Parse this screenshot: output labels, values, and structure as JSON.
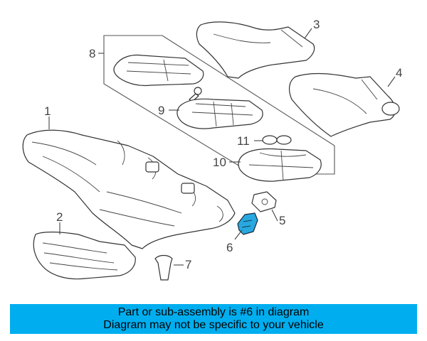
{
  "diagram": {
    "callouts": [
      {
        "id": "1",
        "label": "1"
      },
      {
        "id": "2",
        "label": "2"
      },
      {
        "id": "3",
        "label": "3"
      },
      {
        "id": "4",
        "label": "4"
      },
      {
        "id": "5",
        "label": "5"
      },
      {
        "id": "6",
        "label": "6"
      },
      {
        "id": "7",
        "label": "7"
      },
      {
        "id": "8",
        "label": "8"
      },
      {
        "id": "9",
        "label": "9"
      },
      {
        "id": "10",
        "label": "10"
      },
      {
        "id": "11",
        "label": "11"
      }
    ],
    "highlighted_part": "6",
    "highlight_color": "#29a8e0"
  },
  "banner": {
    "line1": "Part or sub-assembly is #6 in diagram",
    "line2": "Diagram may not be specific to your vehicle",
    "background": "#00aeef"
  }
}
